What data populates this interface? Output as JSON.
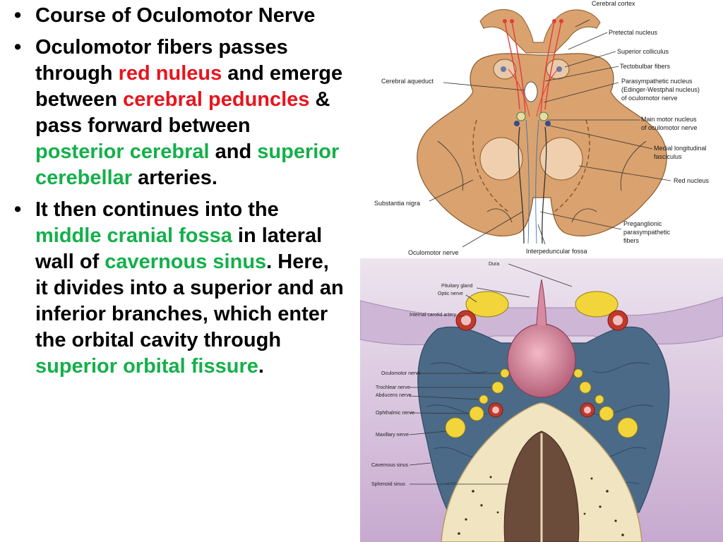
{
  "bullets": [
    {
      "bullet_char": "•",
      "segments": [
        {
          "text": "Course of Oculomotor Nerve",
          "color": "black"
        }
      ]
    },
    {
      "bullet_char": "•",
      "segments": [
        {
          "text": "Oculomotor fibers passes through ",
          "color": "black"
        },
        {
          "text": "red nuleus",
          "color": "red"
        },
        {
          "text": " and emerge between ",
          "color": "black"
        },
        {
          "text": "cerebral peduncles",
          "color": "red"
        },
        {
          "text": " & pass forward between ",
          "color": "black"
        },
        {
          "text": "posterior cerebral",
          "color": "green"
        },
        {
          "text": " and ",
          "color": "black"
        },
        {
          "text": "superior cerebellar",
          "color": "green"
        },
        {
          "text": " arteries.",
          "color": "black"
        }
      ]
    },
    {
      "bullet_char": "•",
      "segments": [
        {
          "text": "It then continues into the ",
          "color": "black"
        },
        {
          "text": "middle cranial fossa",
          "color": "green"
        },
        {
          "text": " in lateral wall of ",
          "color": "black"
        },
        {
          "text": "cavernous sinus",
          "color": "green"
        },
        {
          "text": ". Here, it divides into a superior and an inferior branches, which enter the orbital cavity through ",
          "color": "black"
        },
        {
          "text": "superior orbital fissure",
          "color": "green"
        },
        {
          "text": ".",
          "color": "black"
        }
      ]
    }
  ],
  "colors": {
    "red": "#e8141c",
    "green": "#14b04a",
    "black": "#000000"
  },
  "midbrain_diagram": {
    "labels": {
      "cerebral_cortex": "Cerebral cortex",
      "pretectal_nucleus": "Pretectal nucleus",
      "superior_colliculus": "Superior colliculus",
      "tectobulbar_fibers": "Tectobulbar fibers",
      "parasympathetic_1": "Parasympathetic nucleus",
      "parasympathetic_2": "(Edinger-Westphal nucleus)",
      "parasympathetic_3": "of oculomotor nerve",
      "main_motor_1": "Main motor nucleus",
      "main_motor_2": "of oculomotor nerve",
      "mlf_1": "Medial longitudinal",
      "mlf_2": "fasciculus",
      "red_nucleus": "Red nucleus",
      "cerebral_aqueduct": "Cerebral aqueduct",
      "substantia_nigra": "Substantia nigra",
      "preganglionic_1": "Preganglionic",
      "preganglionic_2": "parasympathetic",
      "preganglionic_3": "fibers",
      "oculomotor_nerve": "Oculomotor nerve",
      "interpeduncular_fossa": "Interpeduncular fossa"
    }
  },
  "cavernous_diagram": {
    "labels": {
      "dura": "Dura",
      "pituitary_gland": "Pituitary gland",
      "optic_nerve": "Optic nerve",
      "internal_carotid": "Internal carotid artery",
      "oculomotor_nerve": "Oculomotor nerve",
      "trochlear_nerve": "Trochlear nerve",
      "abducens_nerve": "Abducens nerve",
      "ophthalmic_nerve": "Ophthalmic nerve",
      "maxillary_nerve": "Maxillary nerve",
      "cavernous_sinus": "Cavernous sinus",
      "sphenoid_sinus": "Sphenoid sinus"
    }
  }
}
